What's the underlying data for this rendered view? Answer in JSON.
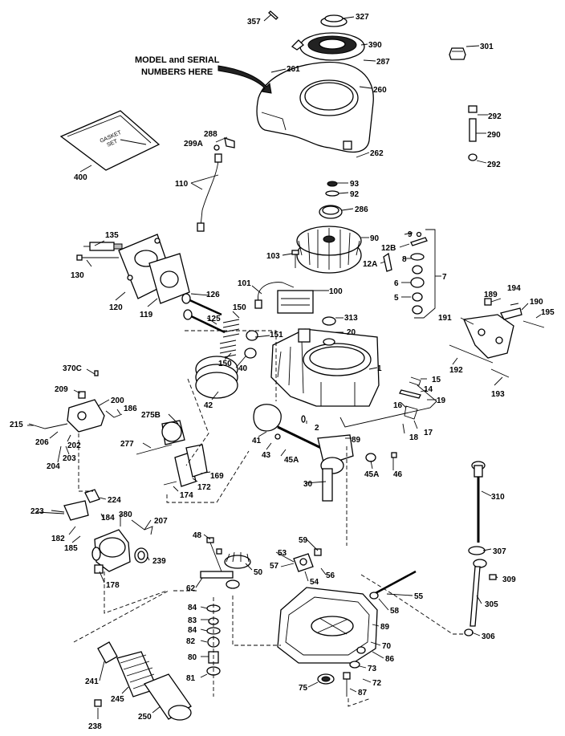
{
  "annotation": {
    "line1": "MODEL and SERIAL",
    "line2": "NUMBERS HERE"
  },
  "gasket_text": {
    "line1": "GASKET",
    "line2": "SET"
  },
  "labels": {
    "p357": "357",
    "p327": "327",
    "p390": "390",
    "p301": "301",
    "p287": "287",
    "p261": "261",
    "p260": "260",
    "p292a": "292",
    "p290": "290",
    "p292b": "292",
    "p262": "262",
    "p288": "288",
    "p299a": "299A",
    "p400": "400",
    "p110": "110",
    "p93": "93",
    "p92": "92",
    "p286": "286",
    "p135": "135",
    "p130": "130",
    "p9": "9",
    "p90": "90",
    "p12b": "12B",
    "p103": "103",
    "p8": "8",
    "p12a": "12A",
    "p6": "6",
    "p7": "7",
    "p5": "5",
    "p120": "120",
    "p119": "119",
    "p101": "101",
    "p100": "100",
    "p126": "126",
    "p189": "189",
    "p194": "194",
    "p190": "190",
    "p195": "195",
    "p150a": "150",
    "p313": "313",
    "p191": "191",
    "p125": "125",
    "p20": "20",
    "p151": "151",
    "p150b": "150",
    "p40": "40",
    "p370c": "370C",
    "p1": "1",
    "p192": "192",
    "p15": "15",
    "p14": "14",
    "p193": "193",
    "p209": "209",
    "p200": "200",
    "p42": "42",
    "p19": "19",
    "p186": "186",
    "p275b": "275B",
    "p16": "16",
    "p215": "215",
    "p206": "206",
    "p202": "202",
    "p2": "2",
    "p17": "17",
    "p18": "18",
    "p204": "204",
    "p203": "203",
    "p41": "41",
    "p89a": "89",
    "p277": "277",
    "p43": "43",
    "p45a1": "45A",
    "p45a2": "45A",
    "p46": "46",
    "p169": "169",
    "p174": "174",
    "p172": "172",
    "p30": "30",
    "p310": "310",
    "p224": "224",
    "p223": "223",
    "p184": "184",
    "p380": "380",
    "p182": "182",
    "p185": "185",
    "p207": "207",
    "p48": "48",
    "p59": "59",
    "p307": "307",
    "p239": "239",
    "p53": "53",
    "p57": "57",
    "p50": "50",
    "p56": "56",
    "p178": "178",
    "p54": "54",
    "p309": "309",
    "p62": "62",
    "p55": "55",
    "p84a": "84",
    "p58": "58",
    "p305": "305",
    "p83": "83",
    "p84b": "84",
    "p89b": "89",
    "p82": "82",
    "p306": "306",
    "p70": "70",
    "p80": "80",
    "p86": "86",
    "p241": "241",
    "p73": "73",
    "p81": "81",
    "p72": "72",
    "p75": "75",
    "p245": "245",
    "p87": "87",
    "p250": "250",
    "p238": "238"
  }
}
